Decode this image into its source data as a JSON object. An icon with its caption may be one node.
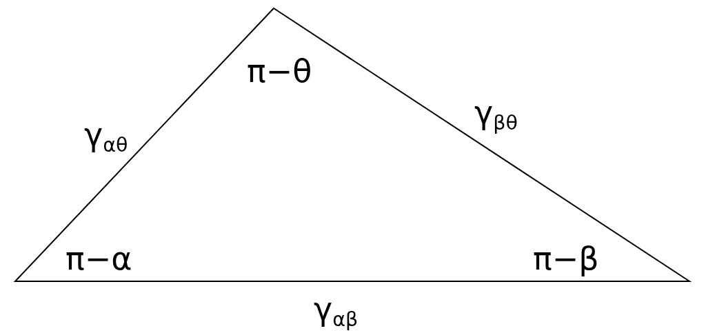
{
  "diagram": {
    "labels": [
      "π−θ",
      "γ$_{βθ}$",
      "γ$_{αθ}$",
      "π−α",
      "π−β",
      "γ$_{αβ}$"
    ]
  }
}
